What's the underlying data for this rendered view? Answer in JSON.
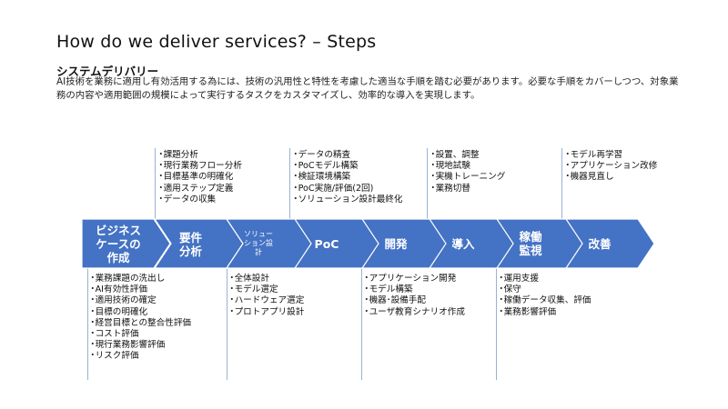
{
  "title": "How do we deliver services? – Steps",
  "subtitle": "システムデリバリー",
  "description": "AI技術を業務に適用し有効活用する為には、技術の汎用性と特性を考慮した適当な手順を踏む必要があります。必要な手順をカバーしつつ、対象業務の内容や適用範囲の規模によって実行するタスクをカスタマイズし、効率的な導入を実現します。",
  "colors": {
    "chevron": "#4472c4",
    "line": "#9bb1d2"
  },
  "steps": [
    {
      "label": "ビジネス\nケースの\n作成"
    },
    {
      "label": "要件\n分析"
    },
    {
      "label": "ソリュー\nション設\n計"
    },
    {
      "label": "PoC"
    },
    {
      "label": "開発"
    },
    {
      "label": "導入"
    },
    {
      "label": "稼働\n監視"
    },
    {
      "label": "改善"
    }
  ],
  "top_tasks": [
    {
      "step": "要件分析",
      "items": [
        "課題分析",
        "現行業務フロー分析",
        "目標基準の明確化",
        "適用ステップ定義",
        "データの収集"
      ]
    },
    {
      "step": "PoC",
      "items": [
        "データの精査",
        "PoCモデル構築",
        "検証環境構築",
        "PoC実施/評価(2回)",
        "ソリューション設計最終化"
      ]
    },
    {
      "step": "導入",
      "items": [
        "設置、調整",
        "現地試験",
        "実機トレーニング",
        "業務切替"
      ]
    },
    {
      "step": "改善",
      "items": [
        "モデル再学習",
        "アプリケーション改修",
        "機器見直し"
      ]
    }
  ],
  "bottom_tasks": [
    {
      "step": "ビジネスケースの作成",
      "items": [
        "業務課題の洗出し",
        "AI有効性評価",
        "適用技術の確定",
        "目標の明確化",
        "経営目標との整合性評価",
        "コスト評価",
        "現行業務影響評価",
        "リスク評価"
      ]
    },
    {
      "step": "ソリューション設計",
      "items": [
        "全体設計",
        "モデル選定",
        "ハードウェア選定",
        "プロトアプリ設計"
      ]
    },
    {
      "step": "開発",
      "items": [
        "アプリケーション開発",
        "モデル構築",
        "機器･設備手配",
        "ユーザ教育シナリオ作成"
      ]
    },
    {
      "step": "稼働監視",
      "items": [
        "運用支援",
        "保守",
        "稼働データ収集、評価",
        "業務影響評価"
      ]
    }
  ]
}
